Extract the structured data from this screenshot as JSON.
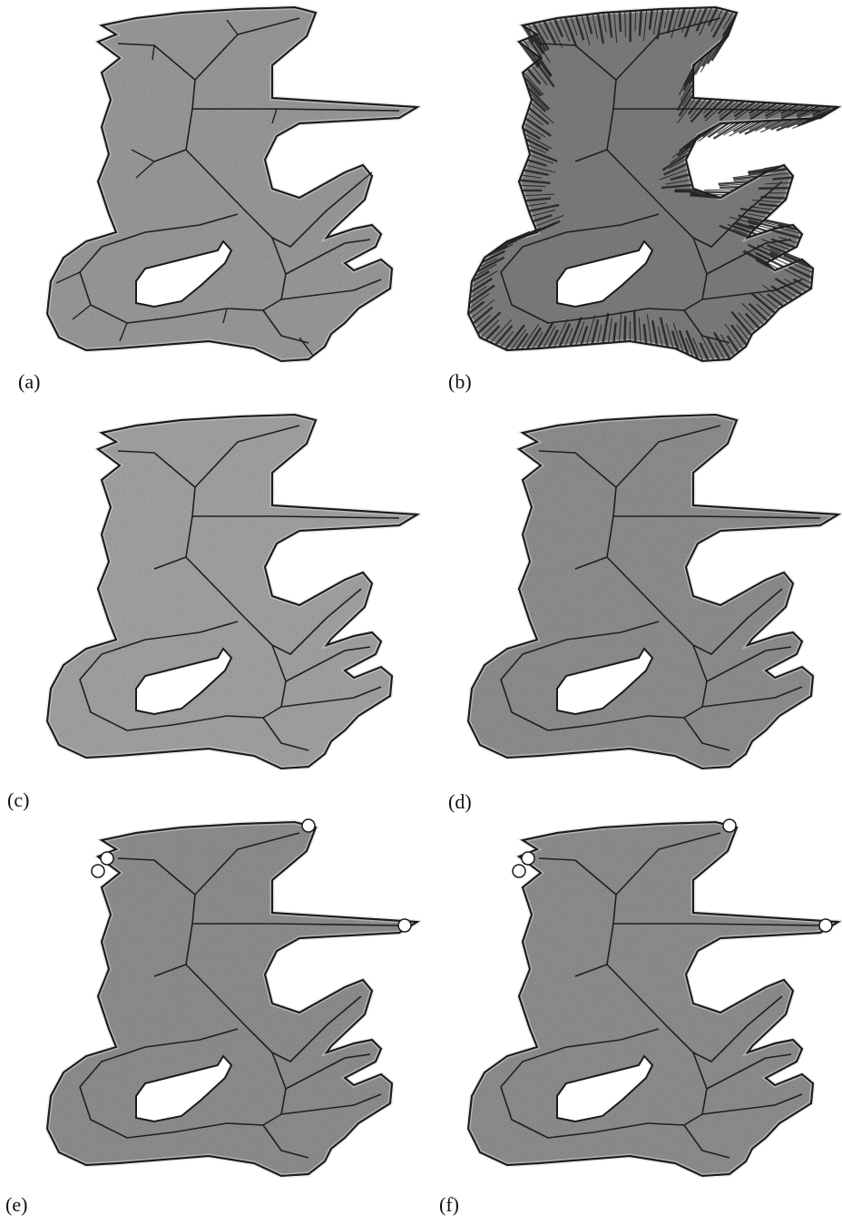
{
  "figure": {
    "panels": [
      {
        "id": "a",
        "label": "(a)",
        "spur_style": "short",
        "hairs": false,
        "shade": "#9a9a9a"
      },
      {
        "id": "b",
        "label": "(b)",
        "spur_style": "none",
        "hairs": true,
        "shade": "#7d7d7d"
      },
      {
        "id": "c",
        "label": "(c)",
        "spur_style": "none",
        "hairs": false,
        "shade": "#a3a3a3"
      },
      {
        "id": "d",
        "label": "(d)",
        "spur_style": "none",
        "hairs": false,
        "shade": "#8f8f8f"
      },
      {
        "id": "e",
        "label": "(e)",
        "spur_style": "none",
        "hairs": false,
        "shade": "#8f8f8f",
        "tip_caps": true
      },
      {
        "id": "f",
        "label": "(f)",
        "spur_style": "none",
        "hairs": false,
        "shade": "#8f8f8f",
        "tip_caps": true
      }
    ],
    "colors": {
      "outline": "#1a1a1a",
      "hole": "#ffffff",
      "skeleton": "#1f1f1f",
      "background": "#ffffff"
    }
  }
}
